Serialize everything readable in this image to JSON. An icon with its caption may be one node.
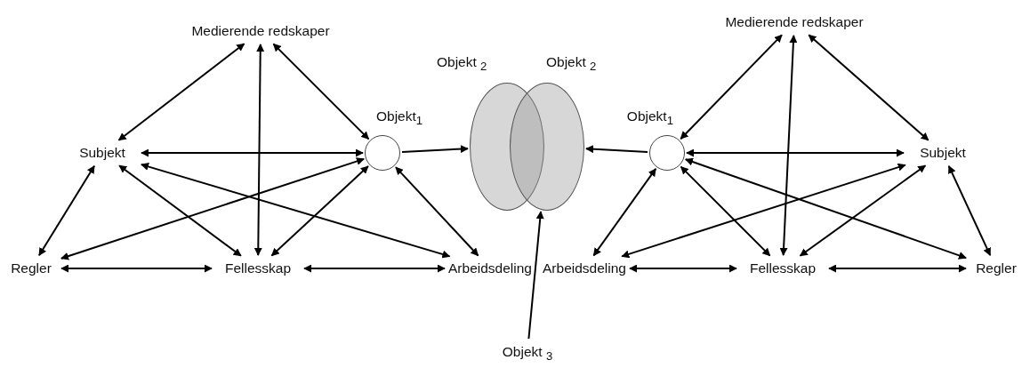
{
  "diagram": {
    "nodes": [
      {
        "text": [
          "Medierende redskaper"
        ]
      },
      {
        "text": [
          "Subjekt"
        ]
      },
      {
        "text": [
          "Objekt$_{1}$"
        ]
      },
      {
        "text": [
          "Regler"
        ]
      },
      {
        "text": [
          "Fellesskap"
        ]
      },
      {
        "text": [
          "Arbeidsdeling"
        ]
      },
      {
        "text": [
          "Objekt $_{2}$"
        ]
      },
      {
        "text": [
          "Objekt $_{2}$"
        ]
      },
      {
        "text": [
          "Objekt $_{3}$"
        ]
      },
      {
        "text": [
          "Medierende redskaper"
        ]
      },
      {
        "text": [
          "Objekt$_{1}$"
        ]
      },
      {
        "text": [
          "Subjekt"
        ]
      },
      {
        "text": [
          "Arbeidsdeling"
        ]
      },
      {
        "text": [
          "Fellesskap"
        ]
      },
      {
        "text": [
          "Regler"
        ]
      }
    ],
    "edges": [
      {
        "from": 0,
        "to": 1,
        "arrow": "both"
      },
      {
        "from": 0,
        "to": 2,
        "arrow": "both"
      },
      {
        "from": 0,
        "to": 4,
        "arrow": "both"
      },
      {
        "from": 1,
        "to": 2,
        "arrow": "both"
      },
      {
        "from": 1,
        "to": 3,
        "arrow": "both"
      },
      {
        "from": 1,
        "to": 4,
        "arrow": "both"
      },
      {
        "from": 1,
        "to": 5,
        "arrow": "both"
      },
      {
        "from": 2,
        "to": 3,
        "arrow": "both"
      },
      {
        "from": 2,
        "to": 4,
        "arrow": "both"
      },
      {
        "from": 2,
        "to": 5,
        "arrow": "both"
      },
      {
        "from": 3,
        "to": 4,
        "arrow": "both"
      },
      {
        "from": 4,
        "to": 5,
        "arrow": "both"
      },
      {
        "from": 2,
        "to": 6,
        "arrow": "to"
      },
      {
        "from": 10,
        "to": 7,
        "arrow": "to"
      },
      {
        "from": 8,
        "to": 7,
        "arrow": "to"
      },
      {
        "from": 9,
        "to": 10,
        "arrow": "both"
      },
      {
        "from": 9,
        "to": 11,
        "arrow": "both"
      },
      {
        "from": 9,
        "to": 13,
        "arrow": "both"
      },
      {
        "from": 10,
        "to": 11,
        "arrow": "both"
      },
      {
        "from": 10,
        "to": 12,
        "arrow": "both"
      },
      {
        "from": 10,
        "to": 13,
        "arrow": "both"
      },
      {
        "from": 10,
        "to": 14,
        "arrow": "both"
      },
      {
        "from": 11,
        "to": 12,
        "arrow": "both"
      },
      {
        "from": 11,
        "to": 13,
        "arrow": "both"
      },
      {
        "from": 11,
        "to": 14,
        "arrow": "both"
      },
      {
        "from": 12,
        "to": 13,
        "arrow": "both"
      },
      {
        "from": 13,
        "to": 14,
        "arrow": "both"
      }
    ]
  }
}
